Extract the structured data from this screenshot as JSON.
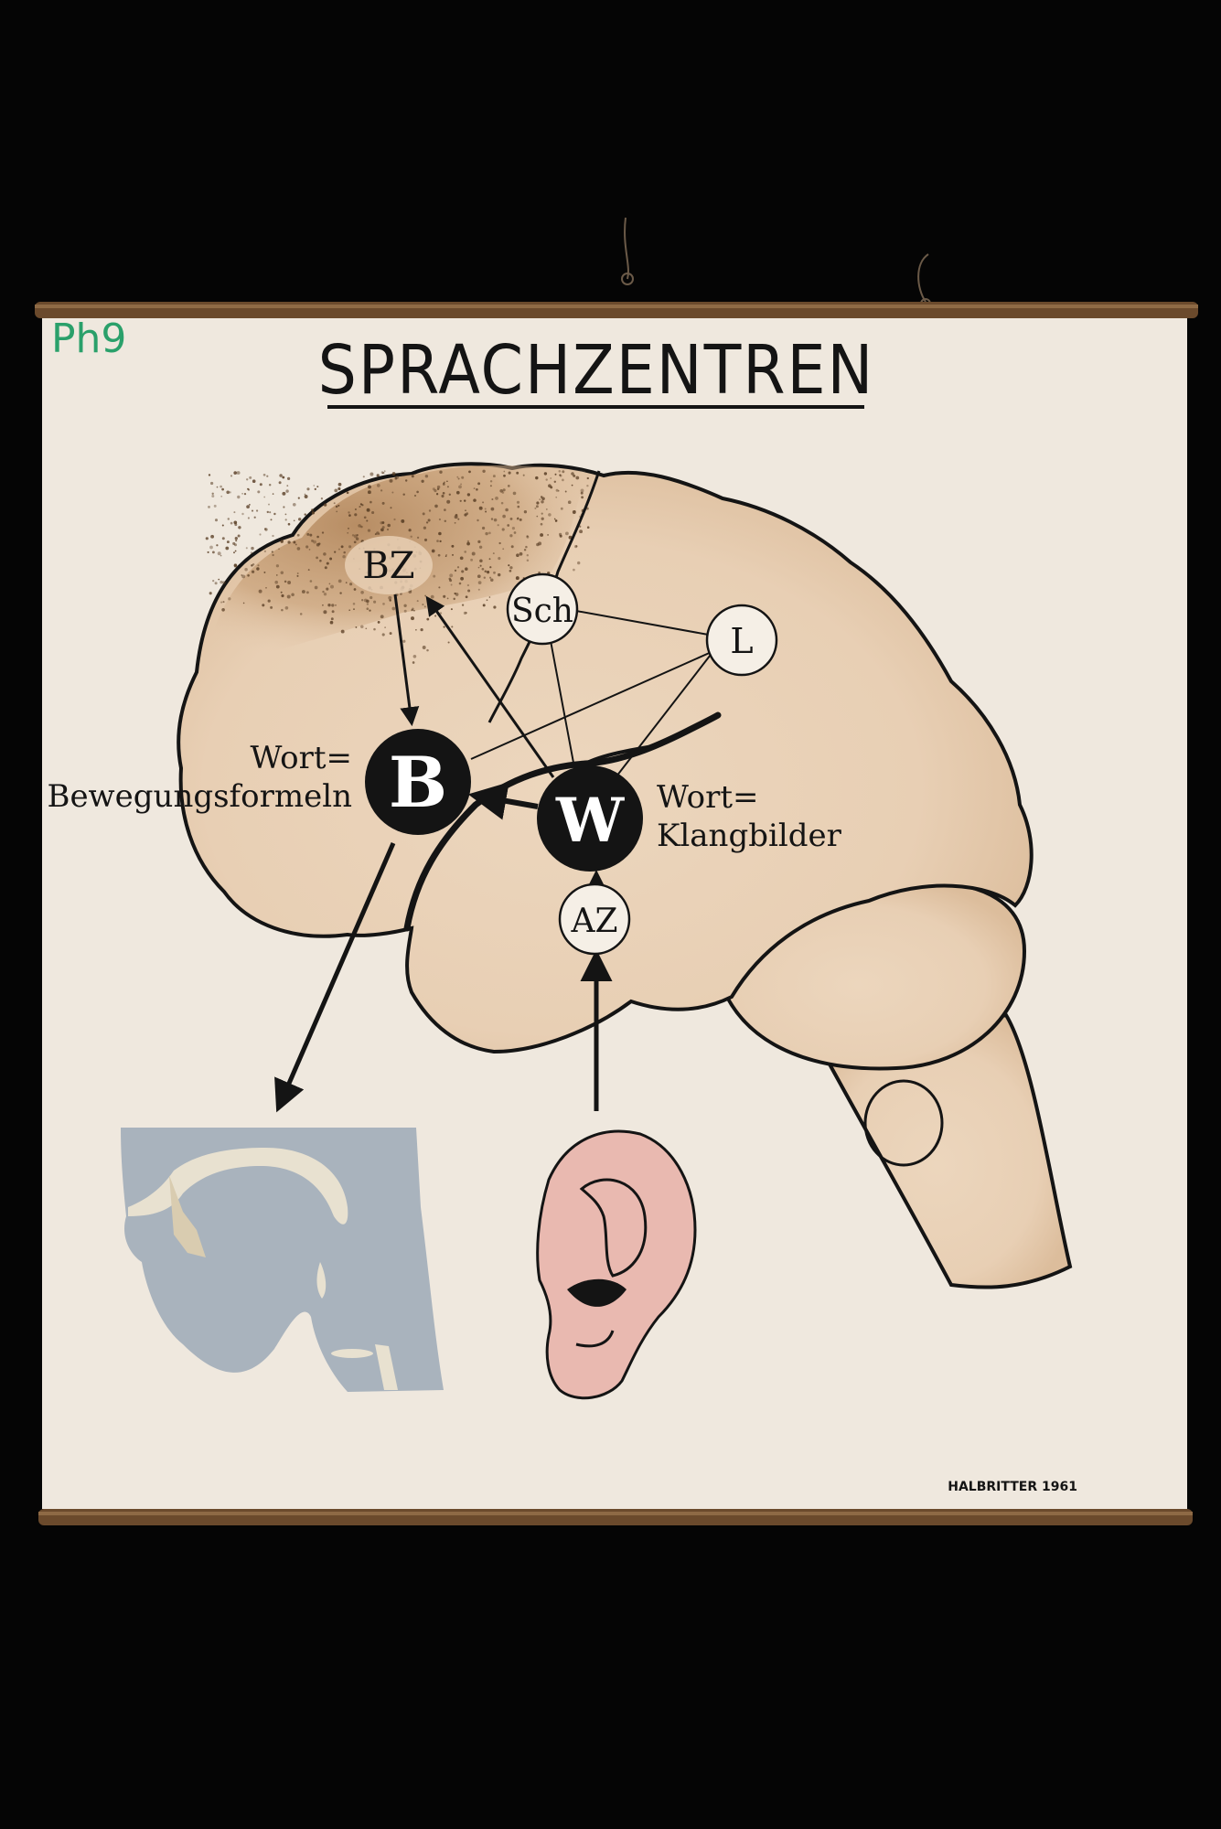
{
  "chart": {
    "title": "SPRACHZENTREN",
    "inventory_mark": "Ph9",
    "signature": "HALBRITTER 1961"
  },
  "centers": {
    "bz": "BZ",
    "sch": "Sch",
    "l": "L",
    "b": "B",
    "w": "W",
    "az": "AZ"
  },
  "labels": {
    "b_line1": "Wort=",
    "b_line2": "Bewegungsformeln",
    "w_line1": "Wort=",
    "w_line2": "Klangbilder"
  },
  "colors": {
    "background": "#050505",
    "paper": "#f2ede4",
    "brain": "#e8cfb4",
    "speckle": "#a07a55",
    "head_profile": "#a9b3bd",
    "ear": "#e9b9b0",
    "ink": "#141414",
    "inventory_mark": "#2aa06a",
    "roller": "#6b4a2c"
  }
}
